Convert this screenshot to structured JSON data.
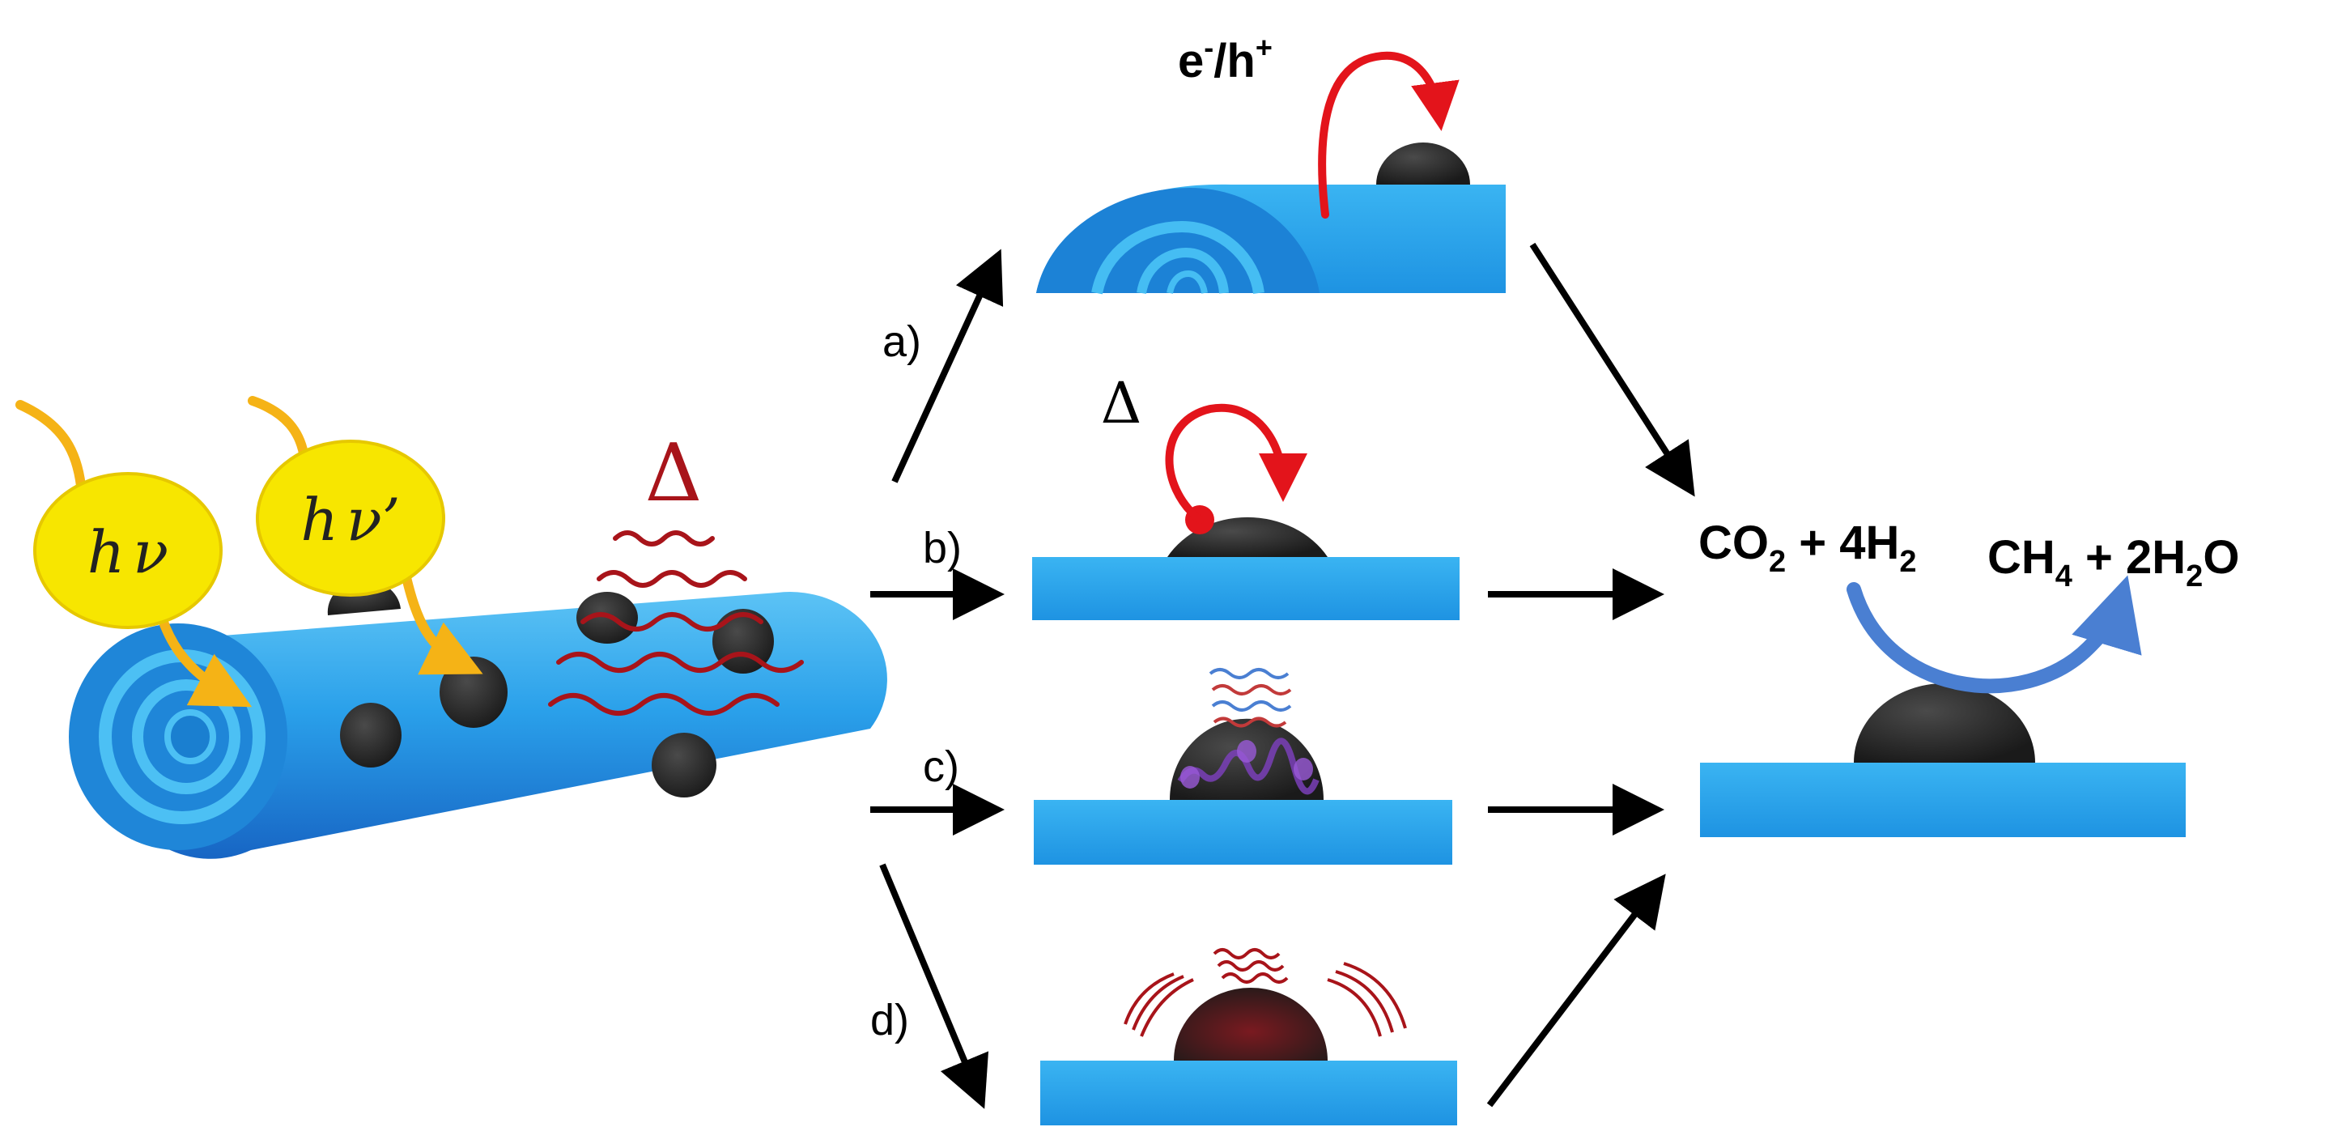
{
  "nanotube": {
    "photon_1": {
      "h": "h",
      "nu": "ν"
    },
    "photon_2": {
      "h": "h",
      "nu": "ν’"
    },
    "heat_symbol": "Δ"
  },
  "pathways": {
    "a": {
      "label": "a)"
    },
    "b": {
      "label": "b)",
      "heat_symbol": "Δ"
    },
    "c": {
      "label": "c)"
    },
    "d": {
      "label": "d)"
    }
  },
  "charge_carriers": {
    "e": "e",
    "e_sup": "-",
    "slash": "/",
    "h": "h",
    "h_sup": "+"
  },
  "reaction": {
    "reactants": {
      "co": "CO",
      "co_sub": "2",
      "plus_4h": " + 4H",
      "h_sub": "2"
    },
    "products": {
      "ch": "CH",
      "ch_sub": "4",
      "plus_2h": " + 2H",
      "h_sub": "2",
      "o": "O"
    }
  },
  "colors": {
    "support_blue": "#29a9ee",
    "support_dark": "#1a7fd0",
    "particle": "#2a2a2a",
    "photon_yellow": "#f7e600",
    "photon_arrow": "#f5b316",
    "heat_red": "#a8141a",
    "carrier_arrow": "#e3141b",
    "product_arrow": "#4a7fd2",
    "arrow_black": "#000000"
  }
}
